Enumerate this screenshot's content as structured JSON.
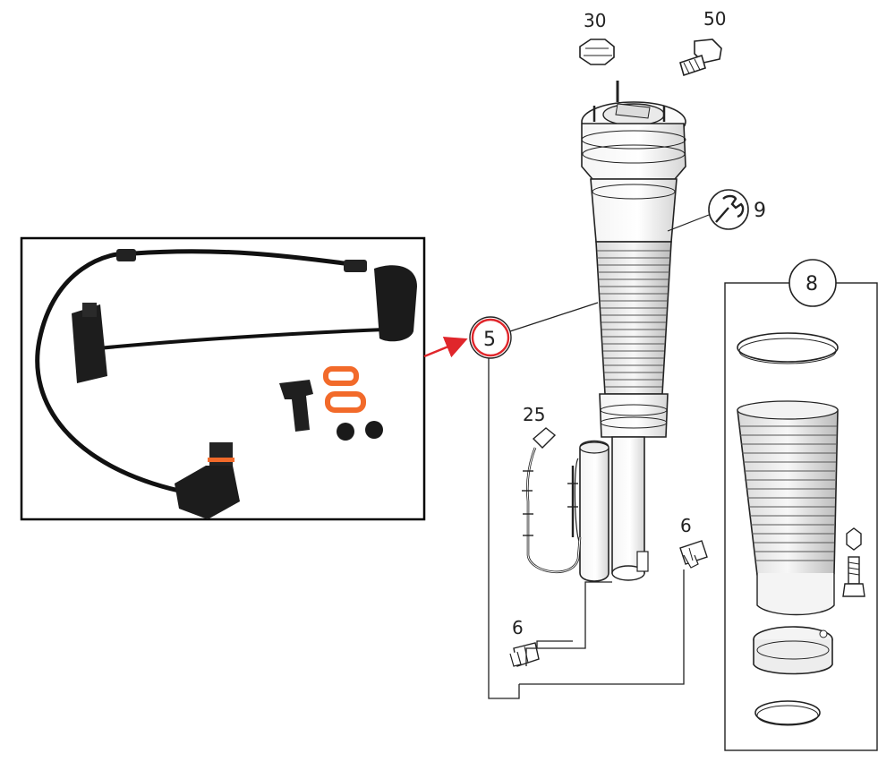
{
  "labels": {
    "nut": "30",
    "valve": "50",
    "torque": "9",
    "kit": "8",
    "strut": "5",
    "sensor_cable": "25",
    "plug_right": "6",
    "plug_left": "6"
  },
  "colors": {
    "highlight": "#e0262b",
    "line": "#222222",
    "cable": "#111111",
    "seal": "#f26a2a"
  },
  "icons": {
    "torque": "wrench-icon"
  }
}
